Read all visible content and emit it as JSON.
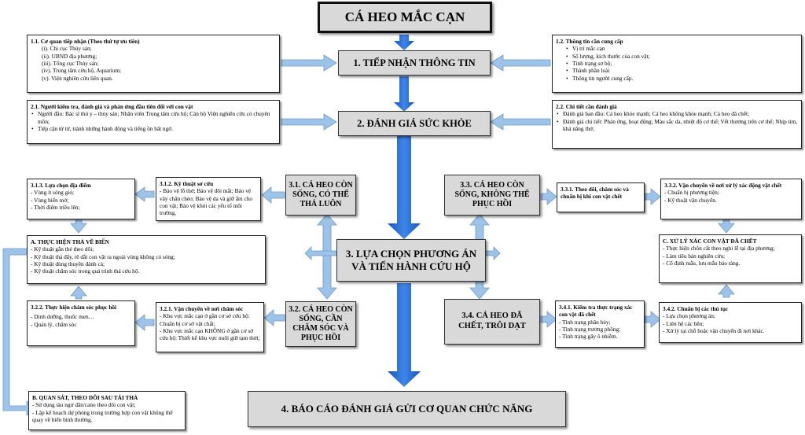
{
  "title": "CÁ HEO MẮC CẠN",
  "steps": {
    "s1": "1. TIẾP NHẬN THÔNG TIN",
    "s2": "2. ĐÁNH GIÁ SỨC KHỎE",
    "s3": "3. LỰA CHỌN PHƯƠNG ÁN VÀ TIẾN HÀNH CỨU HỘ",
    "s4": "4. BÁO CÁO ĐÁNH GIÁ GỬI CƠ QUAN CHỨC NĂNG"
  },
  "cases": {
    "c31": "3.1. CÁ HEO CÒN SỐNG, CÓ THỂ THẢ LUÔN",
    "c32": "3.2. CÁ HEO CÒN SỐNG, CẦN CHĂM SÓC VÀ PHỤC HỒI",
    "c33": "3.3. CÁ HEO CÒN SỐNG, KHÔNG THỂ PHỤC HỒI",
    "c34": "3.4. CÁ HEO ĐÃ CHẾT, TRÔI DẠT"
  },
  "box11": {
    "head": "1.1. Cơ quan tiếp nhận (Theo thứ tự ưu tiên)",
    "items": [
      "(i). Chi cục Thủy sản;",
      "(ii). UBND địa phương;",
      "(iii). Tổng cục Thủy sản;",
      "(iv). Trung tâm cứu hộ, Aquarium;",
      "(v). Viện nghiên cứu liên quan."
    ]
  },
  "box12": {
    "head": "1.2. Thông tin cần cung cấp",
    "items": [
      "Vị trí mắc cạn",
      "Số lượng, kích thước của con vật;",
      "Tình trạng sơ bộ;",
      "Thành phần loài",
      "Thông tin người cung cấp."
    ]
  },
  "box21": {
    "head": "2.1. Người kiểm tra, đánh giá và phản ứng đầu tiên đối với con vật",
    "items": [
      "Người đầu: Bác sĩ thú y – thủy sản; Nhân viên Trung tâm cứu hộ; Cán bộ Viện nghiên cứu có chuyên môn;",
      "Tiếp cận từ từ, tránh những hành động và tiếng ồn bất ngờ."
    ]
  },
  "box22": {
    "head": "2.2. Chi tiết cần đánh giá",
    "items": [
      "Đánh giá ban đầu: Cá heo khỏe mạnh; Cá heo không khỏe mạnh; Cá heo đã chết;",
      "Đánh giá chi tiết: Phản ứng, hoạt động; Màu sắc da, nhiệt độ cơ thể; Vết thương trên cơ thể; Nhịp tim, khả năng thở;"
    ]
  },
  "box313": {
    "head": "3.1.3. Lựa chọn địa điểm",
    "items": [
      "- Vùng ít sóng gió;",
      "- Vùng biển mở;",
      "- Thời điểm triều lên;"
    ]
  },
  "box312": {
    "head": "3.1.2. Kỹ thuật sơ cứu",
    "items": [
      "- Bảo vệ lỗ thở; Bảo vệ đôi mắt; Bảo vệ vây chân chèo; Bảo vệ da và giữ ẩm cho con vật; Bảo vệ khỏi các yếu tố môi trường."
    ]
  },
  "boxA": {
    "head": "A. THỰC HIỆN THẢ VỀ BIỂN",
    "items": [
      "- Kỹ thuật gắn thẻ theo dõi;",
      "- Kỹ thuật thả đẩy, rẽ dắt con vật ra ngoài vùng không có sóng;",
      "- Kỹ thuật dùng thuyền đánh cá;",
      "- Kỹ thuật chăm sóc trong quá trình thả cứu hộ."
    ]
  },
  "box322": {
    "head": "3.2.2. Thực hiện chăm sóc phục hồi",
    "items": [
      "- Dinh dưỡng, thuốc men…",
      "- Quản lý, chăm sóc"
    ]
  },
  "box321": {
    "head": "3.2.1. Vận chuyển về nơi chăm sóc",
    "items": [
      "- Khu vực mắc cạn ở gần cơ sở cứu hộ: Chuẩn bị cơ sở vật chất;",
      "- Khu vực mắc cạn KHÔNG ở gần cơ sở cứu hộ: Thiết kế khu vực nuôi giữ tạm thời;"
    ]
  },
  "boxB": {
    "head": "B. QUAN SÁT, THEO DÕI SAU TÁI THẢ",
    "items": [
      "- Sử dụng tàu ngư dân/cano theo dõi con vật;",
      "- Lập kế hoạch dự phòng trong trường hợp con vật không thể quay về biển bình thường."
    ]
  },
  "box331": {
    "head": "3.3.1. Theo dõi, chăm sóc và chuẩn bị khi con vật chết"
  },
  "box332": {
    "head": "3.3.2. Vận chuyển về nơi xử lý xác động vật chết",
    "items": [
      "- Chuẩn bị phương tiện;",
      "- Kỹ thuật vận chuyển."
    ]
  },
  "boxC": {
    "head": "C. XỬ LÝ XÁC CON VẬT ĐÃ CHẾT",
    "items": [
      "- Thực hiện chôn cất theo nghi lễ tại địa phương;",
      "- Làm tiêu bản nghiên cứu;",
      "- Cố định mẫu, lưu mẫu bảo tàng."
    ]
  },
  "box341": {
    "head": "3.4.1. Kiểm tra thực trạng xác con vật đã chết",
    "items": [
      "- Tình trạng phân hủy;",
      "- Tình trạng trương phồng;",
      "- Tình trạng gây ô nhiễm."
    ]
  },
  "box342": {
    "head": "3.4.2. Chuẩn bị các thủ tục",
    "items": [
      "- Lựa chọn phương án;",
      "- Liên hệ các bên;",
      "- Xử lý tại chỗ hoặc vận chuyển đi nơi khác."
    ]
  },
  "colors": {
    "darkArrow": "#1f66d4",
    "lightArrow": "#9ec3e8",
    "greyBox": "#d9d9d9"
  }
}
